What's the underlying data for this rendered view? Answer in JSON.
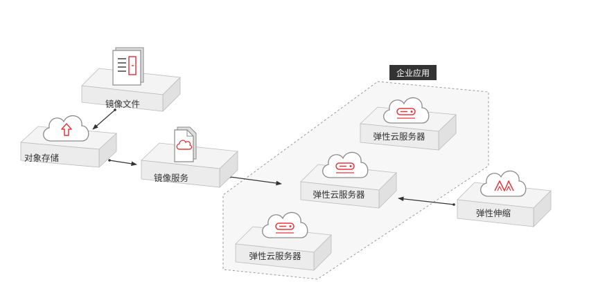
{
  "colors": {
    "accent": "#e8353b",
    "box_top": "#f4f4f4",
    "box_side": "#e1e1e1",
    "box_front": "#ececec",
    "outline": "#8a8a8a",
    "badge": "#333333"
  },
  "group": {
    "label": "企业应用"
  },
  "nodes": {
    "image_file": {
      "label": "镜像文件",
      "icon": "document-door-icon"
    },
    "object_storage": {
      "label": "对象存储",
      "icon": "cloud-upload-icon"
    },
    "image_service": {
      "label": "镜像服务",
      "icon": "file-cloud-icon"
    },
    "ecs_top": {
      "label": "弹性云服务器",
      "icon": "cloud-server-icon"
    },
    "ecs_mid": {
      "label": "弹性云服务器",
      "icon": "cloud-server-icon"
    },
    "ecs_bottom": {
      "label": "弹性云服务器",
      "icon": "cloud-server-icon"
    },
    "auto_scaling": {
      "label": "弹性伸缩",
      "icon": "cloud-scaling-icon"
    }
  }
}
